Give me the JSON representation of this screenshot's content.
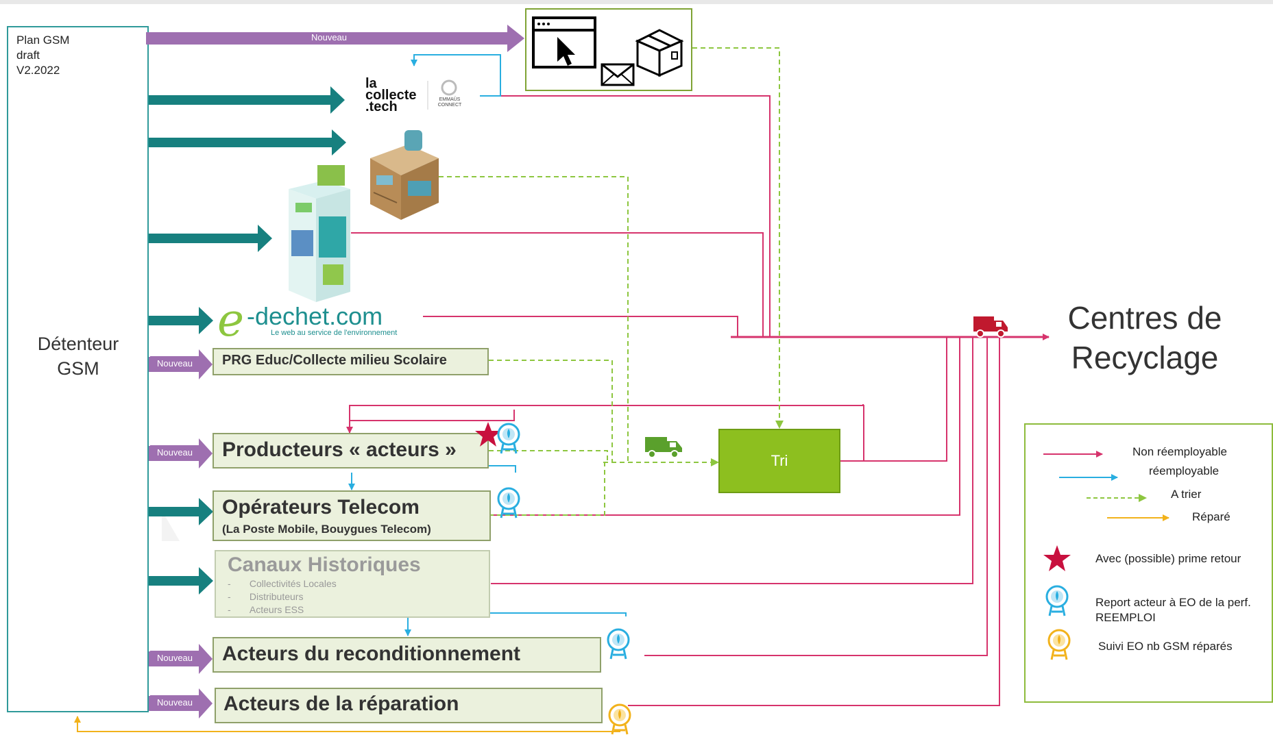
{
  "header_note": {
    "line1": "Plan GSM",
    "line2": "draft",
    "line3": "V2.2022"
  },
  "holder": {
    "line1": "Détenteur",
    "line2": "GSM"
  },
  "destination": {
    "line1": "Centres de",
    "line2": "Recyclage"
  },
  "new_tag": "Nouveau",
  "logos": {
    "collecte": {
      "l1": "la",
      "l2": "collecte",
      "l3": ".tech",
      "partner": "EMMAÜS CONNECT"
    },
    "edechet": {
      "name": "-dechet.com",
      "e": "e",
      "tagline": "Le web au service de l'environnement"
    }
  },
  "channels": {
    "prg": "PRG Educ/Collecte milieu Scolaire",
    "producteurs": "Producteurs « acteurs »",
    "operateurs": "Opérateurs Telecom",
    "operateurs_sub": "(La Poste Mobile, Bouygues Telecom)",
    "canaux": "Canaux Historiques",
    "canaux_items": [
      "Collectivités Locales",
      "Distributeurs",
      "Acteurs ESS"
    ],
    "recond": "Acteurs du reconditionnement",
    "reparation": "Acteurs de la réparation"
  },
  "tri": "Tri",
  "legend": {
    "non_reemployable": "Non réemployable",
    "reemployable": "réemployable",
    "a_trier": "A trier",
    "repare": "Réparé",
    "prime": "Avec (possible) prime retour",
    "report_l1": "Report acteur à EO de la perf.",
    "report_l2": "REEMPLOI",
    "suivi": "Suivi EO nb GSM réparés"
  },
  "colors": {
    "non_reemployable": "#d6336c",
    "reemployable": "#29aee0",
    "a_trier": "#8dc63f",
    "repare": "#f2b21b",
    "arrow_teal": "#17807f",
    "new_tag": "#9e6fb0",
    "tri_fill": "#8dbf1f",
    "channel_fill": "#ebf1dd"
  },
  "icons": [
    "cursor-window-icon",
    "envelope-icon",
    "package-icon",
    "collection-box-icon",
    "collection-bin-icon",
    "truck-icon",
    "star-icon",
    "eo-medal-icon"
  ]
}
